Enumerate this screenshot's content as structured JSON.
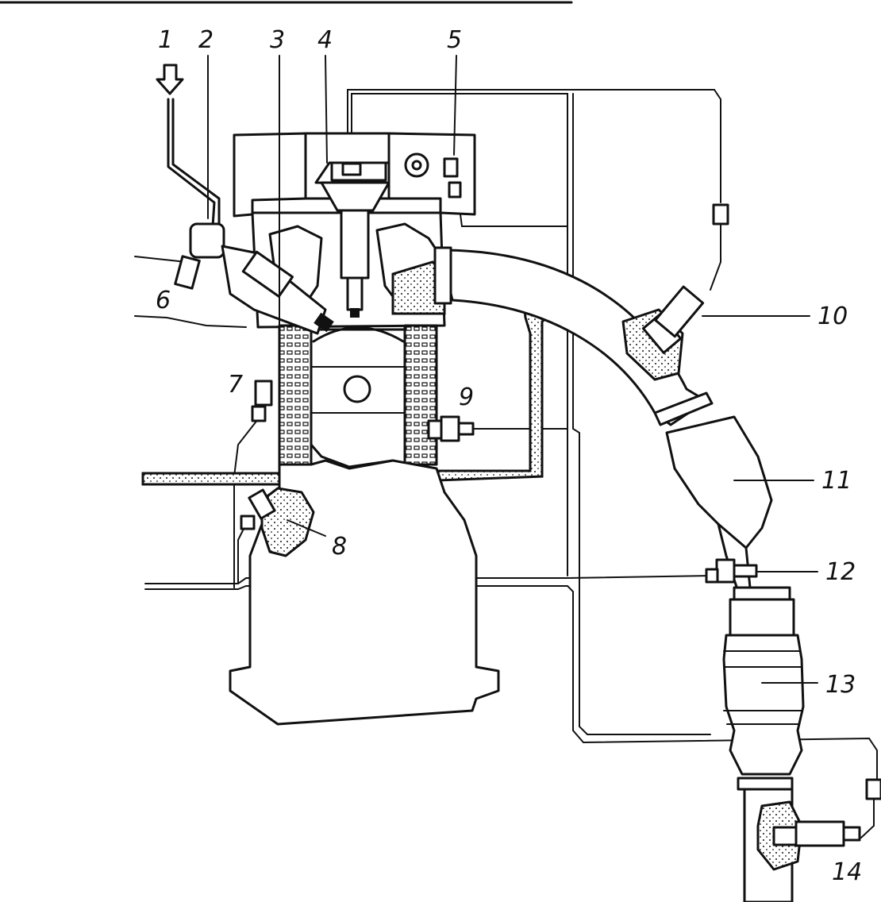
{
  "callouts": [
    {
      "id": "1",
      "label": "1"
    },
    {
      "id": "2",
      "label": "2"
    },
    {
      "id": "3",
      "label": "3"
    },
    {
      "id": "4",
      "label": "4"
    },
    {
      "id": "5",
      "label": "5"
    },
    {
      "id": "6",
      "label": "6"
    },
    {
      "id": "7",
      "label": "7"
    },
    {
      "id": "8",
      "label": "8"
    },
    {
      "id": "9",
      "label": "9"
    },
    {
      "id": "10",
      "label": "10"
    },
    {
      "id": "11",
      "label": "11"
    },
    {
      "id": "12",
      "label": "12"
    },
    {
      "id": "13",
      "label": "13"
    },
    {
      "id": "14",
      "label": "14"
    }
  ]
}
